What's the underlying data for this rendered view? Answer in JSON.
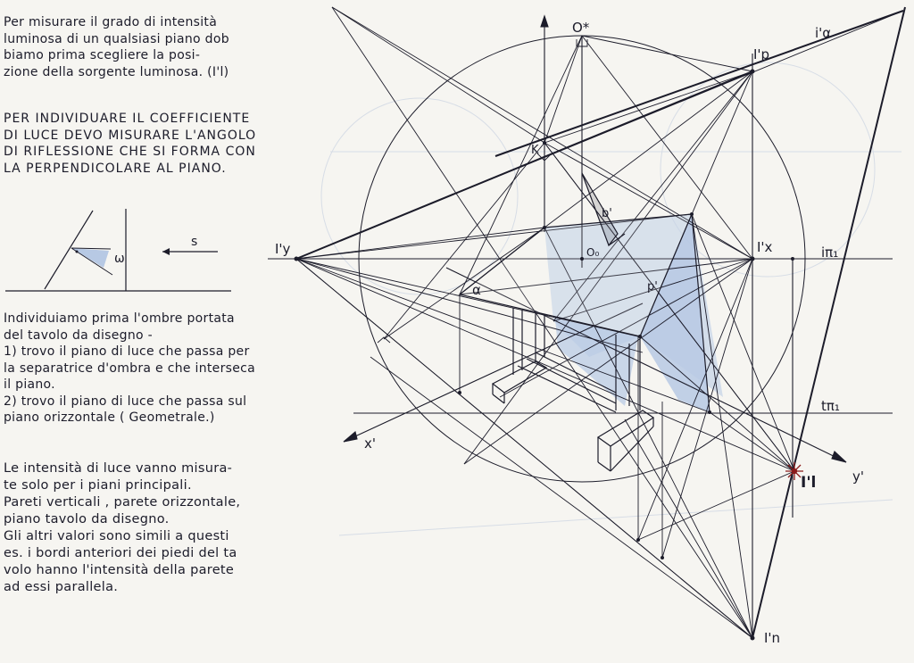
{
  "notes": {
    "para1": [
      "Per misurare il grado di intensità",
      "luminosa di un qualsiasi piano dob",
      "biamo   prima  scegliere  la  posi-",
      "zione della sorgente luminosa. (I'l)"
    ],
    "para2": [
      "PER INDIVIDUARE IL COEFFICIENTE",
      "DI LUCE DEVO MISURARE L'ANGOLO",
      "DI RIFLESSIONE CHE SI FORMA CON",
      "LA PERPENDICOLARE AL PIANO."
    ],
    "para3": [
      "Individuiamo prima l'ombre portata",
      "del tavolo da disegno -",
      "1) trovo il piano di luce che passa per",
      "la separatrice d'ombra e che interseca",
      "il piano.",
      "2) trovo il piano di luce che passa sul",
      "piano orizzontale ( Geometrale.)"
    ],
    "para4": [
      "Le intensità di luce vanno misura-",
      "te solo per i piani principali.",
      "Pareti verticali , parete orizzontale,",
      "piano tavolo da disegno.",
      "Gli altri valori sono simili a questi",
      "es. i bordi anteriori dei piedi del ta",
      "volo hanno l'intensità della parete",
      "ad essi parallela."
    ]
  },
  "omega_figure": {
    "omega": "ω",
    "s": "s"
  },
  "labels": {
    "o_star": "O*",
    "k": "K",
    "o0": "O₀",
    "b_prime": "b'",
    "p_prime": "p'",
    "alpha": "α",
    "ip": "I'p",
    "ia": "i'α",
    "iy": "I'y",
    "ix": "I'x",
    "irr1": "iπ₁",
    "tpi1": "tπ₁",
    "xprime": "x'",
    "yprime": "y'",
    "il": "I'l",
    "in": "I'n"
  },
  "colors": {
    "ink": "#1c1c2a",
    "shade": "#b7c9e4",
    "paper": "#f6f5f1",
    "light_source": "#8a1a1a"
  }
}
